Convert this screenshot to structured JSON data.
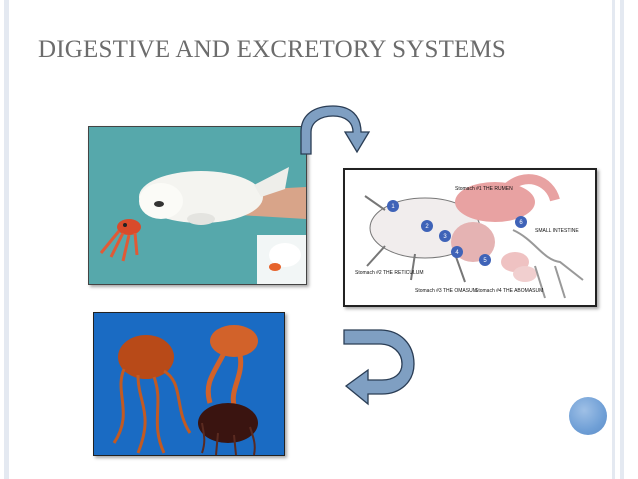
{
  "slide": {
    "title": "DIGESTIVE AND EXCRETORY SYSTEMS"
  },
  "images": {
    "whale_photo": "Beluga whale puppet with small red squid",
    "cow_diagram": "Cow stomach diagram",
    "jellyfish_photo": "Jellyfish"
  },
  "diagram": {
    "labels": [
      "Stomach #1 THE RUMEN",
      "Stomach #2 THE RETICULUM",
      "Stomach #3 THE OMASUM",
      "Stomach #4 THE ABOMASUM",
      "SMALL INTESTINE"
    ],
    "numbers": [
      "1",
      "2",
      "3",
      "4",
      "5",
      "6"
    ]
  },
  "colors": {
    "title": "#6c6c6c",
    "arrow_fill": "#7f9fc2",
    "frame": "#e4e9f1",
    "dot": "#6f9fd6",
    "diagram_marker": "#3f63b8"
  },
  "icons": {
    "top_arrow": "curved-arrow-right-down-icon",
    "bottom_arrow": "curved-arrow-left-icon",
    "decoration": "circle-dot-icon"
  }
}
